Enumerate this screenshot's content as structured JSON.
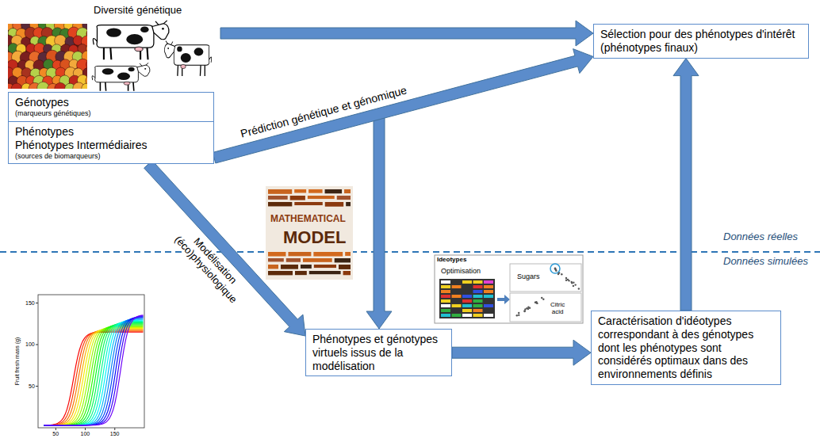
{
  "diagram": {
    "nodes": [
      {
        "text": [
          "Génotypes",
          "(marqueurs génétiques)"
        ]
      },
      {
        "text": [
          "Phénotypes",
          "Phénotypes Intermédiaires",
          "(sources de biomarqueurs)"
        ]
      },
      {
        "text": [
          "Sélection pour des phénotypes d'intérêt (phénotypes finaux)"
        ]
      },
      {
        "text": [
          "Phénotypes et génotypes virtuels issus de la modélisation"
        ]
      },
      {
        "text": [
          "Caractérisation d'idéotypes correspondant à des génotypes dont les phénotypes sont considérés optimaux dans des environnements définis"
        ]
      }
    ],
    "edges": [
      {
        "from": 1,
        "to": 2,
        "arrow": "to",
        "label": "Prédiction génétique et génomique"
      },
      {
        "from": 1,
        "to": 3,
        "arrow": "to",
        "label": "Modélisation (éco)physiologique"
      },
      {
        "from": 3,
        "to": 4,
        "arrow": "to"
      },
      {
        "from": 4,
        "to": 2,
        "arrow": "to"
      }
    ],
    "labels": [
      "Diversité génétique",
      "Données réelles",
      "Données simulées",
      "MATHEMATICAL",
      "MODEL",
      "Ideotypes",
      "Optimisation",
      "Sugars",
      "Citric acid",
      "Fruit fresh mass (g)",
      "50",
      "100",
      "150",
      "50",
      "100",
      "150"
    ]
  }
}
